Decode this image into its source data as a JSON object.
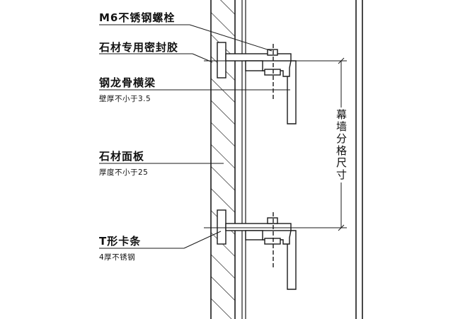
{
  "labels": {
    "bolt": "M6不锈钢螺栓",
    "sealant": "石材专用密封胶",
    "keel": "钢龙骨横梁",
    "keel_note": "壁厚不小于3.5",
    "panel": "石材面板",
    "panel_note": "厚度不小于25",
    "clip": "T形卡条",
    "clip_note": "4厚不锈钢",
    "dimension": "幕墙分格尺寸"
  },
  "colors": {
    "line": "#1a1a1a",
    "background": "#ffffff"
  }
}
